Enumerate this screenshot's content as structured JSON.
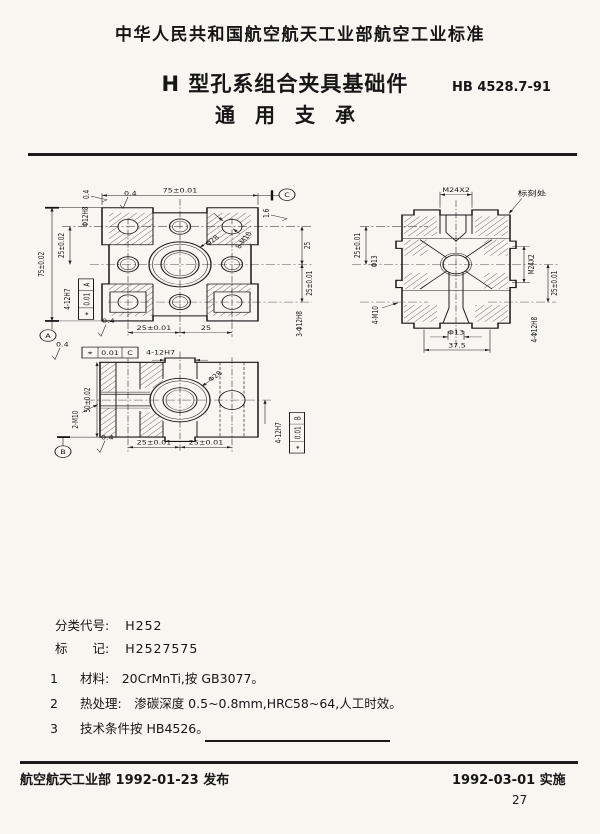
{
  "header": {
    "org": "中华人民共和国航空航天工业部航空工业标准",
    "title1": "H 型孔系组合夹具基础件",
    "title2": "通　用　支　承",
    "std_no": "HB 4528.7-91"
  },
  "d1": {
    "dim_75_top": "75±0.01",
    "dim_75_left": "75±0.02",
    "dim_25_left": "25±0.02",
    "phi12h8": "Φ12H8",
    "rough_left": "0.4",
    "rough_top": "0.4",
    "holes_4_12h7": "4-12H7",
    "fcf_a_sym": "⌖",
    "fcf_a_tol": "0.01",
    "fcf_a_datum": "A",
    "rough_bottom": "0.4",
    "datum_a": "A",
    "datum_c": "C",
    "rough_right": "1.6",
    "holes_8m10": "8-M10",
    "dim_25_right_top": "25",
    "dim_25_right_bot": "25±0.01",
    "holes_3_phi12h8": "3-Φ12H8",
    "dim_25_bot_l": "25±0.01",
    "dim_25_bot_r": "25",
    "phi28": "Φ28"
  },
  "d2": {
    "dim_m24_top": "M24X2",
    "marking_note": "标刻处",
    "dim_25_left": "25±0.01",
    "phi13_left": "Φ13",
    "holes_4m10": "4-M10",
    "m24_right": "M24X2",
    "dim_25_right": "25±0.01",
    "holes_4_phi12h8": "4-Φ12H8",
    "phi13_bottom": "Φ13",
    "dim_375": "37.5"
  },
  "d3": {
    "rough_top": "0.4",
    "fcf_c_sym": "⌖",
    "fcf_c_tol": "0.01",
    "fcf_c_datum": "C",
    "holes_4_12h7_top": "4-12H7",
    "dim_50_left": "50±0.02",
    "holes_2m10": "2-M10",
    "datum_b": "B",
    "rough_bottom": "0.4",
    "dim_25_a": "25±0.01",
    "dim_25_b": "25±0.01",
    "holes_4_12h7_right": "4-12H7",
    "fcf_b_sym": "⌖",
    "fcf_b_tol": "0.01",
    "fcf_b_datum": "B",
    "phi28": "Φ28"
  },
  "info": {
    "class_label": "分类代号:",
    "class_value": "H252",
    "mark_label": "标　　记:",
    "mark_value": "H2527575"
  },
  "notes": {
    "n1_no": "1",
    "n1_text": "材料:　20CrMnTi,按 GB3077。",
    "n2_no": "2",
    "n2_text": "热处理:　渗碳深度 0.5~0.8mm,HRC58~64,人工时效。",
    "n3_no": "3",
    "n3_text": "技术条件按 HB4526。"
  },
  "footer": {
    "issued": "航空航天工业部 1992-01-23 发布",
    "implemented": "1992-03-01 实施",
    "page": "27"
  }
}
